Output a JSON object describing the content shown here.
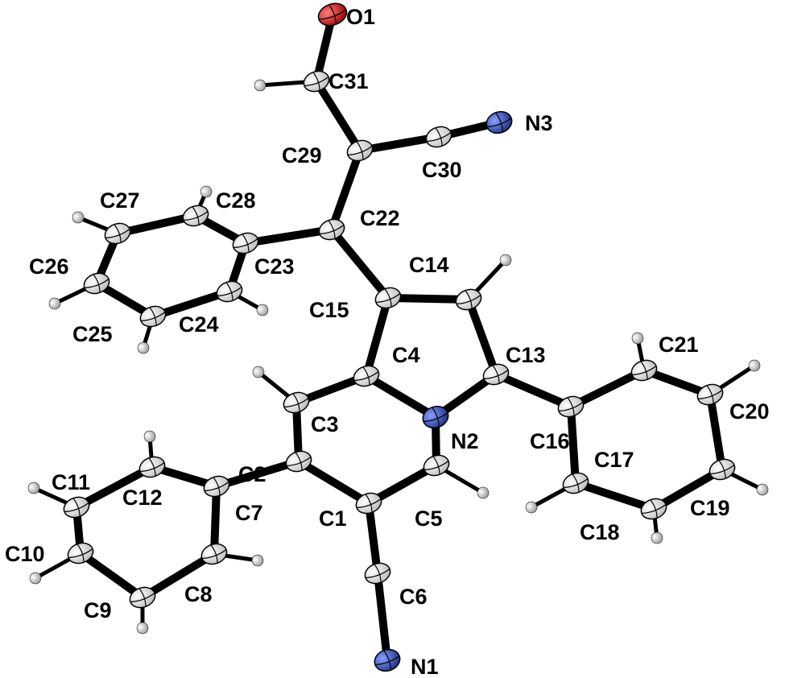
{
  "atom_labels": [
    "O1",
    "C31",
    "N3",
    "C29",
    "C30",
    "C22",
    "C28",
    "C27",
    "C26",
    "C23",
    "C14",
    "C15",
    "C24",
    "C25",
    "C4",
    "C13",
    "C21",
    "C20",
    "C3",
    "N2",
    "C16",
    "C17",
    "C2",
    "C11",
    "C12",
    "C7",
    "C1",
    "C5",
    "C18",
    "C19",
    "C10",
    "C8",
    "C9",
    "C6",
    "N1"
  ],
  "colors": {
    "oxygen": "#d01010",
    "nitrogen": "#2a3fa8",
    "carbon": "#f2f2f2",
    "hydrogen": "#e8e8e8",
    "bond": "#000000"
  }
}
